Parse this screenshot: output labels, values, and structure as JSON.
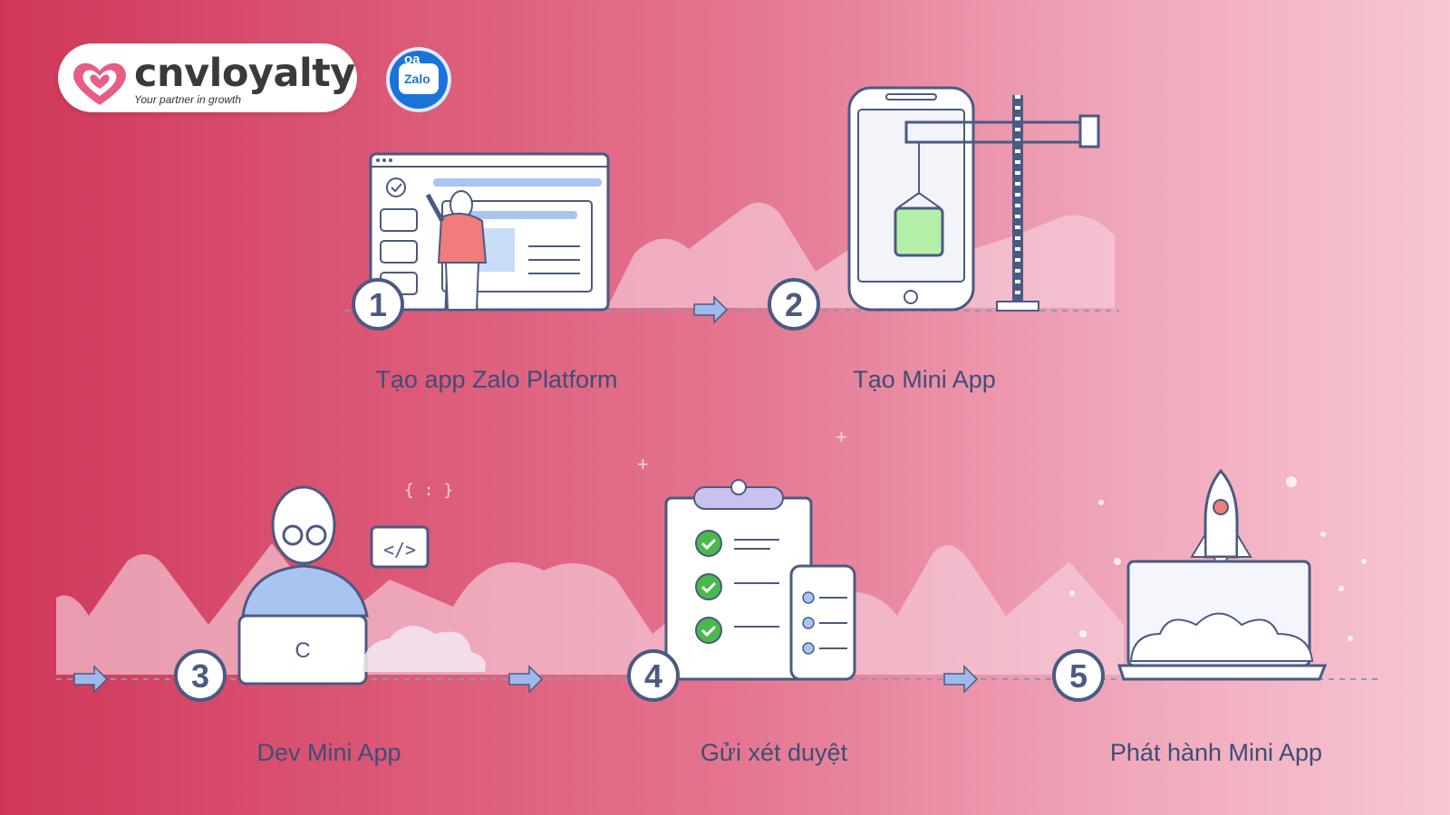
{
  "brand": {
    "name": "cnvloyalty",
    "tagline": "Your partner in growth"
  },
  "zalo_badge": {
    "top_text": "oa",
    "bottom_text": "Zalo"
  },
  "steps": [
    {
      "number": "1",
      "label": "Tạo app Zalo Platform"
    },
    {
      "number": "2",
      "label": "Tạo Mini App"
    },
    {
      "number": "3",
      "label": "Dev Mini App"
    },
    {
      "number": "4",
      "label": "Gửi xét duyệt"
    },
    {
      "number": "5",
      "label": "Phát hành Mini App"
    }
  ],
  "decor": {
    "code_symbol": "</>",
    "brace_symbol": "{ : }"
  },
  "colors": {
    "line": "#4a5a82",
    "badge": "#1a73d9",
    "arrow": "#9fb9ea",
    "check": "#49b649"
  }
}
